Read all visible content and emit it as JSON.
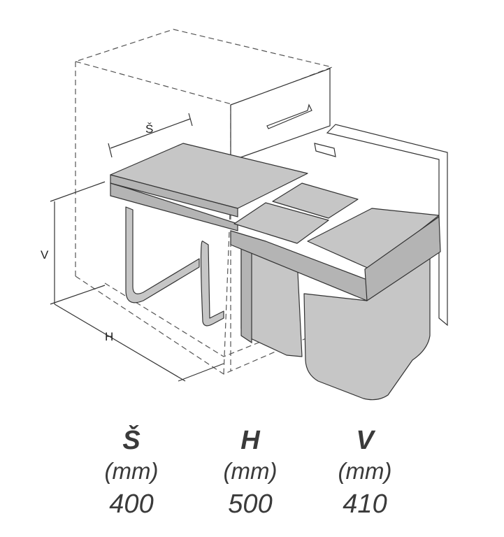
{
  "diagram": {
    "dimension_labels": {
      "width": "Š",
      "height": "V",
      "depth": "H"
    }
  },
  "specs": [
    {
      "label": "Š",
      "unit": "(mm)",
      "value": "400"
    },
    {
      "label": "H",
      "unit": "(mm)",
      "value": "500"
    },
    {
      "label": "V",
      "unit": "(mm)",
      "value": "410"
    }
  ]
}
